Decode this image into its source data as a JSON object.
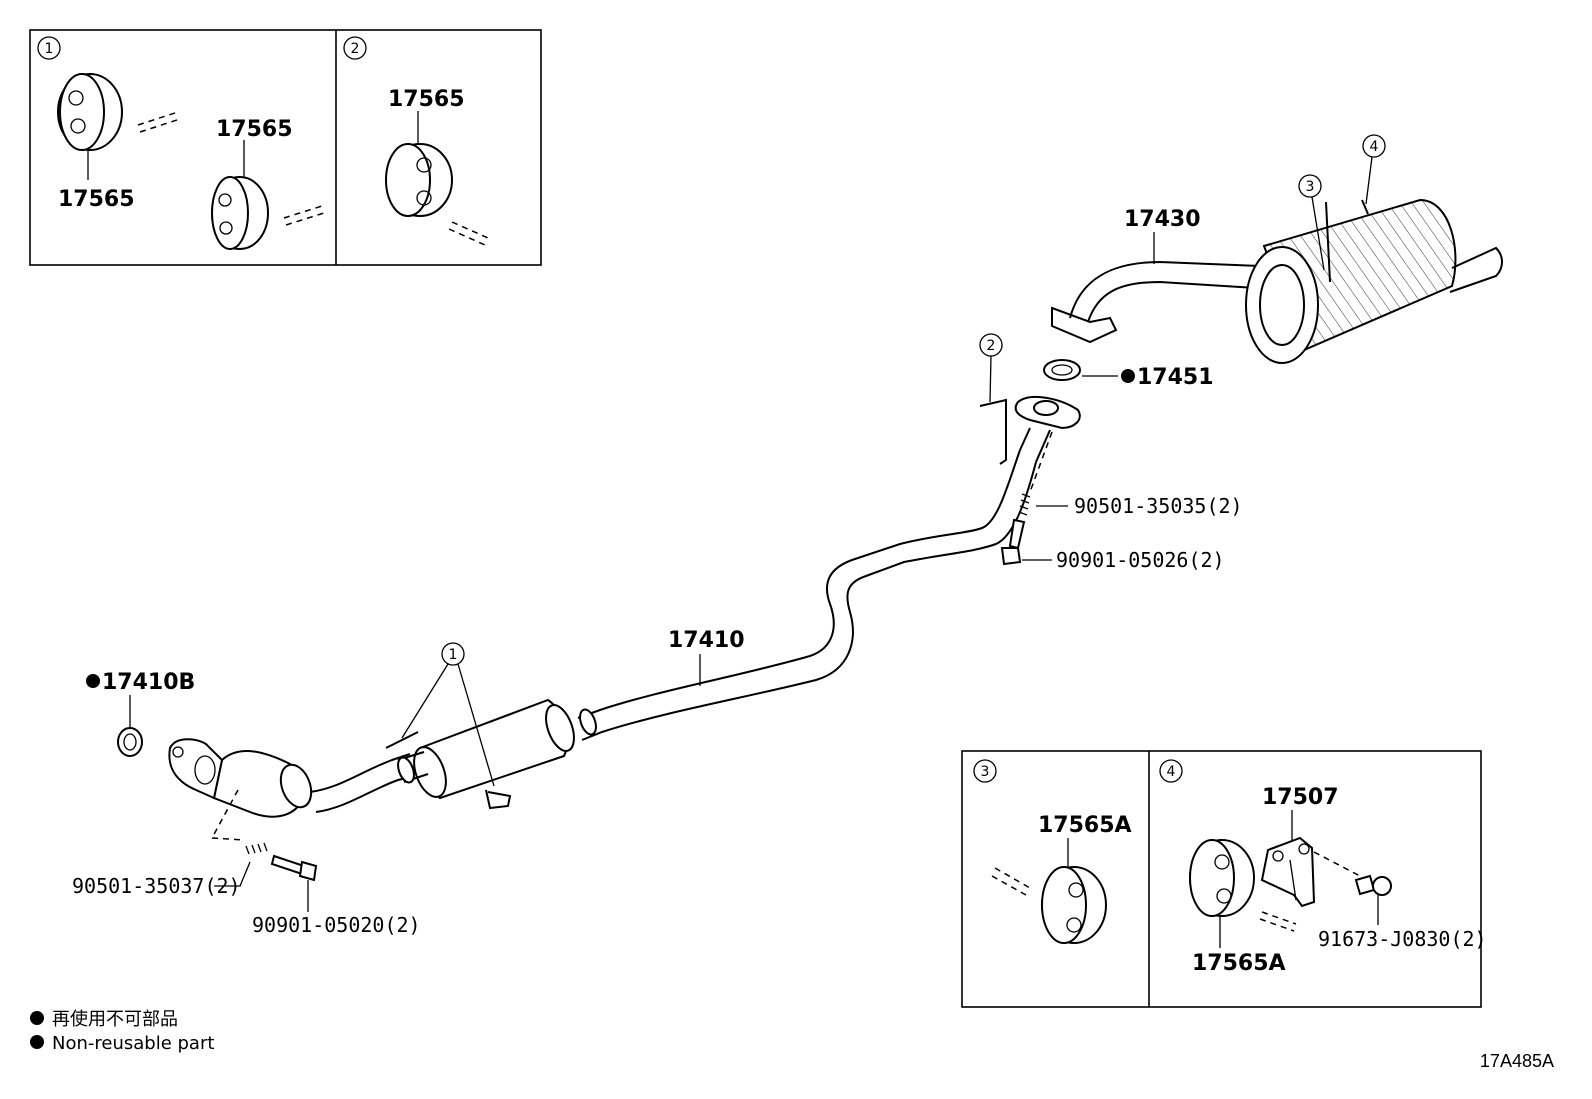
{
  "diagram_code": "17A485A",
  "legend": {
    "jp": "再使用不可部品",
    "en": "Non-reusable part"
  },
  "insets": [
    {
      "num": "1",
      "labels": [
        "17565",
        "17565"
      ]
    },
    {
      "num": "2",
      "labels": [
        "17565"
      ]
    },
    {
      "num": "3",
      "labels": [
        "17565A"
      ]
    },
    {
      "num": "4",
      "labels": [
        "17507",
        "17565A",
        "91673-J0830(2)"
      ]
    }
  ],
  "callouts": {
    "c1": "1",
    "c2": "2",
    "c3": "3",
    "c4": "4"
  },
  "parts": {
    "p17430": "17430",
    "p17451": "17451",
    "p17410": "17410",
    "p17410B": "17410B",
    "spring_rear": "90501-35035(2)",
    "bolt_rear": "90901-05026(2)",
    "spring_front": "90501-35037(2)",
    "bolt_front": "90901-05020(2)"
  }
}
